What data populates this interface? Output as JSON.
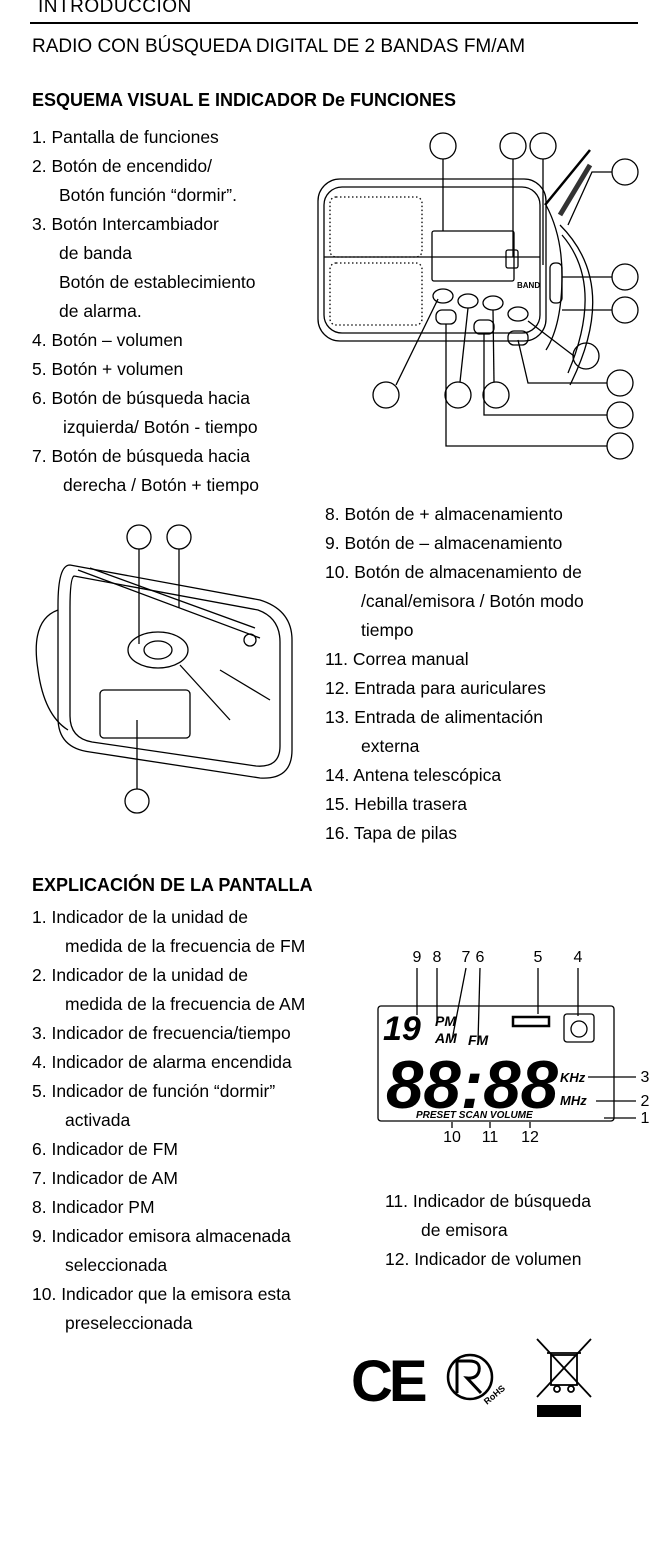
{
  "header": "INTRODUCCIÓN",
  "subtitle": "RADIO CON BÚSQUEDA DIGITAL DE 2 BANDAS FM/AM",
  "section1": {
    "title": "ESQUEMA VISUAL E INDICADOR De FUNCIONES",
    "left_lines": [
      "1. Pantalla de funciones",
      "2. Botón de encendido/",
      "Botón función “dormir”.",
      "3. Botón Intercambiador",
      "de banda",
      "Botón de establecimiento",
      "de alarma.",
      "4. Botón – volumen",
      "5. Botón + volumen",
      "6. Botón de búsqueda  hacia",
      "izquierda/ Botón - tiempo",
      "7. Botón de búsqueda hacia",
      "derecha / Botón + tiempo"
    ],
    "right_lines": [
      "8.  Botón de + almacenamiento",
      "9.  Botón de – almacenamiento",
      "10. Botón de almacenamiento de",
      "/canal/emisora / Botón modo",
      "tiempo",
      "11. Correa manual",
      "12. Entrada para auriculares",
      "13. Entrada de alimentación",
      "externa",
      "14. Antena telescópica",
      "15. Hebilla trasera",
      "16. Tapa de pilas"
    ],
    "radio_button_label": "BAND"
  },
  "section2": {
    "title": "EXPLICACIÓN DE LA PANTALLA",
    "left_lines": [
      "1.   Indicador de la unidad de",
      "medida de la frecuencia de FM",
      "2.   Indicador de la unidad de",
      "medida de la frecuencia de AM",
      "3.   Indicador de frecuencia/tiempo",
      "4.   Indicador de alarma encendida",
      "5.   Indicador de función “dormir”",
      "activada",
      "6.   Indicador de FM",
      "7.   Indicador de AM",
      "8.   Indicador PM",
      "9.   Indicador emisora almacenada",
      "seleccionada",
      "10. Indicador que la emisora esta",
      "preseleccionada"
    ],
    "right_lines": [
      "11. Indicador de búsqueda",
      "de emisora",
      "12. Indicador de volumen"
    ],
    "lcd": {
      "top_numbers": [
        "9",
        "8",
        "7",
        "6",
        "5",
        "4"
      ],
      "side_numbers": [
        "3",
        "2",
        "1"
      ],
      "bottom_numbers": [
        "10",
        "11",
        "12"
      ],
      "preset_digits": "19",
      "pm": "PM",
      "am": "AM",
      "fm": "FM",
      "main_digits": "88:88",
      "khz": "KHz",
      "mhz": "MHz",
      "status_bar": "PRESET SCAN VOLUME"
    }
  },
  "logos": {
    "ce": "CE",
    "rohs": "RoHS"
  }
}
